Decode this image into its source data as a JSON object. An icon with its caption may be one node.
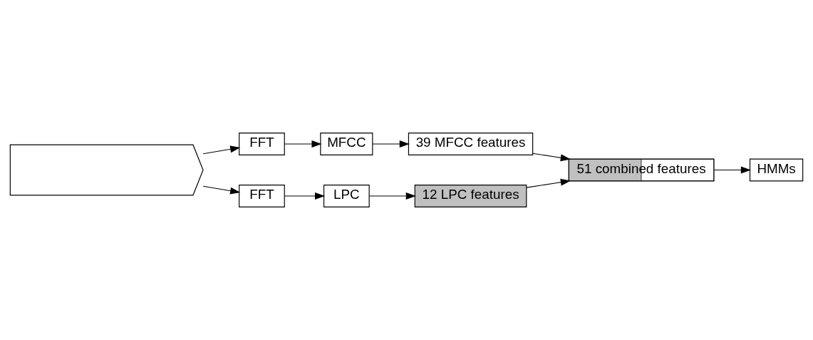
{
  "diagram": {
    "nodes": [
      {
        "text": [],
        "shape": "chevron"
      },
      {
        "text": [
          "FFT"
        ]
      },
      {
        "text": [
          "MFCC"
        ]
      },
      {
        "text": [
          "39 MFCC features"
        ]
      },
      {
        "text": [
          "FFT"
        ]
      },
      {
        "text": [
          "LPC"
        ]
      },
      {
        "text": [
          "12 LPC features"
        ]
      },
      {
        "text": [
          "51 combined features"
        ]
      },
      {
        "text": [
          "HMMs"
        ]
      }
    ],
    "edges": [
      {
        "from": 0,
        "to": 1,
        "arrow": "to"
      },
      {
        "from": 1,
        "to": 2,
        "arrow": "to"
      },
      {
        "from": 2,
        "to": 3,
        "arrow": "to"
      },
      {
        "from": 0,
        "to": 4,
        "arrow": "to"
      },
      {
        "from": 4,
        "to": 5,
        "arrow": "to"
      },
      {
        "from": 5,
        "to": 6,
        "arrow": "to"
      },
      {
        "from": 6,
        "to": 7,
        "arrow": "to"
      },
      {
        "from": 3,
        "to": 7,
        "arrow": "to"
      },
      {
        "from": 7,
        "to": 8,
        "arrow": "to"
      }
    ]
  }
}
